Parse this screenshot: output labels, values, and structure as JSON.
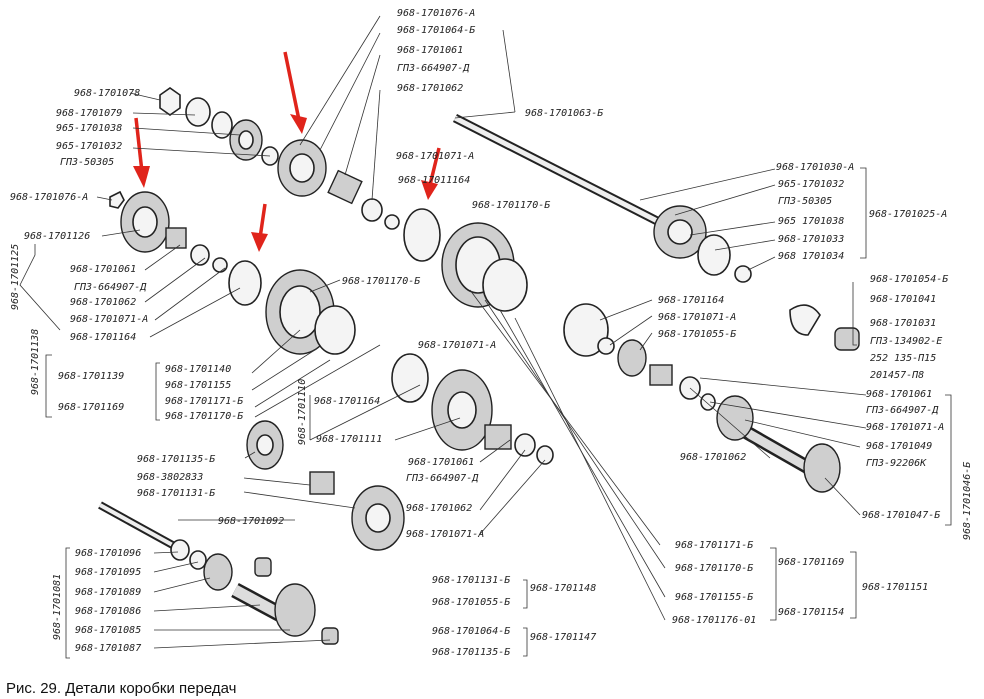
{
  "figure": {
    "caption": "Рис. 29. Детали коробки передач"
  },
  "parts": {
    "p1701076A_top": "968-1701076-А",
    "p1701064B_top": "968-1701064-Б",
    "p1701061_top": "968-1701061",
    "gpz664907D_top": "ГПЗ-664907-Д",
    "p1701062_top": "968-1701062",
    "p1701063B": "968-1701063-Б",
    "p1701078": "968-1701078",
    "p1701079": "968-1701079",
    "p1701038_left": "965-1701038",
    "p1701032_left": "965-1701032",
    "gpz50305_left": "ГПЗ-50305",
    "p1701071A_mid": "968-1701071-А",
    "p1701164_mid": "968-17011164",
    "p1701170B_mid": "968-1701170-Б",
    "p1701030A": "968-1701030-А",
    "p1701032_right": "965-1701032",
    "gpz50305_right": "ГПЗ-50305",
    "p1701038_right": "965 1701038",
    "p1701033": "968-1701033",
    "p1701034": "968 1701034",
    "p1701025A": "968-1701025-А",
    "p1701076A_left": "968-1701076-А",
    "p1701126": "968-1701126",
    "p1701125": "968-1701125",
    "p1701061_left": "968-1701061",
    "gpz664907D_left": "ГПЗ-664907-Д",
    "p1701062_left": "968-1701062",
    "p1701071A_left": "968-1701071-А",
    "p1701164_left": "968-1701164",
    "p1701170B_center": "968-1701170-Б",
    "p1701054B": "968-1701054-Б",
    "p1701041": "968-1701041",
    "p1701031": "968-1701031",
    "gpz134902E": "ГПЗ-134902-Е",
    "p252135": "252 135-П15",
    "p201457": "201457-П8",
    "p1701164_right": "968-1701164",
    "p1701071A_right1": "968-1701071-А",
    "p1701055B_right": "968-1701055-Б",
    "p1701138": "968-1701138",
    "p1701139": "968-1701139",
    "p1701140": "968-1701140",
    "p1701155": "968-1701155",
    "p1701169": "968-1701169",
    "p1701171B": "968-1701171-Б",
    "p1701170B_low": "968-1701170-Б",
    "p1701071A_c": "968-1701071-А",
    "p1701164_c": "968-1701164",
    "p1701110": "968-1701110",
    "p1701111": "968-1701111",
    "p1701061_right": "968-1701061",
    "gpz664907D_right": "ГПЗ-664907-Д",
    "p1701071A_right2": "968-1701071-А",
    "p1701049": "968-1701049",
    "gpz92206K": "ГПЗ-92206К",
    "p1701046B": "968-1701046-Б",
    "p1701062_right": "968-1701062",
    "p1701135B": "968-1701135-Б",
    "p3802833": "968-3802833",
    "p1701131B": "968-1701131-Б",
    "p1701061_c": "968-1701061",
    "gpz664907D_c": "ГПЗ-664907-Д",
    "p1701062_c": "968-1701062",
    "p1701071A_c2": "968-1701071-А",
    "p1701047B": "968-1701047-Б",
    "p1701092": "968-1701092",
    "p1701096": "968-1701096",
    "p1701095": "968-1701095",
    "p1701089": "968-1701089",
    "p1701086": "968-1701086",
    "p1701085": "968-1701085",
    "p1701087": "968-1701087",
    "p1701081": "968-1701081",
    "p1701171B_b": "968-1701171-Б",
    "p1701170B_b": "968-1701170-Б",
    "p1701155B_b": "968-1701155-Б",
    "p1701176_01": "968-1701176-01",
    "p1701169_b": "968-1701169",
    "p1701154": "968-1701154",
    "p1701151": "968-1701151",
    "p1701131B_b": "968-1701131-Б",
    "p1701055B_b": "968-1701055-Б",
    "p1701148": "968-1701148",
    "p1701064B_b": "968-1701064-Б",
    "p1701135B_b": "968-1701135-Б",
    "p1701147": "968-1701147"
  },
  "colors": {
    "arrow": "#e0241b"
  }
}
